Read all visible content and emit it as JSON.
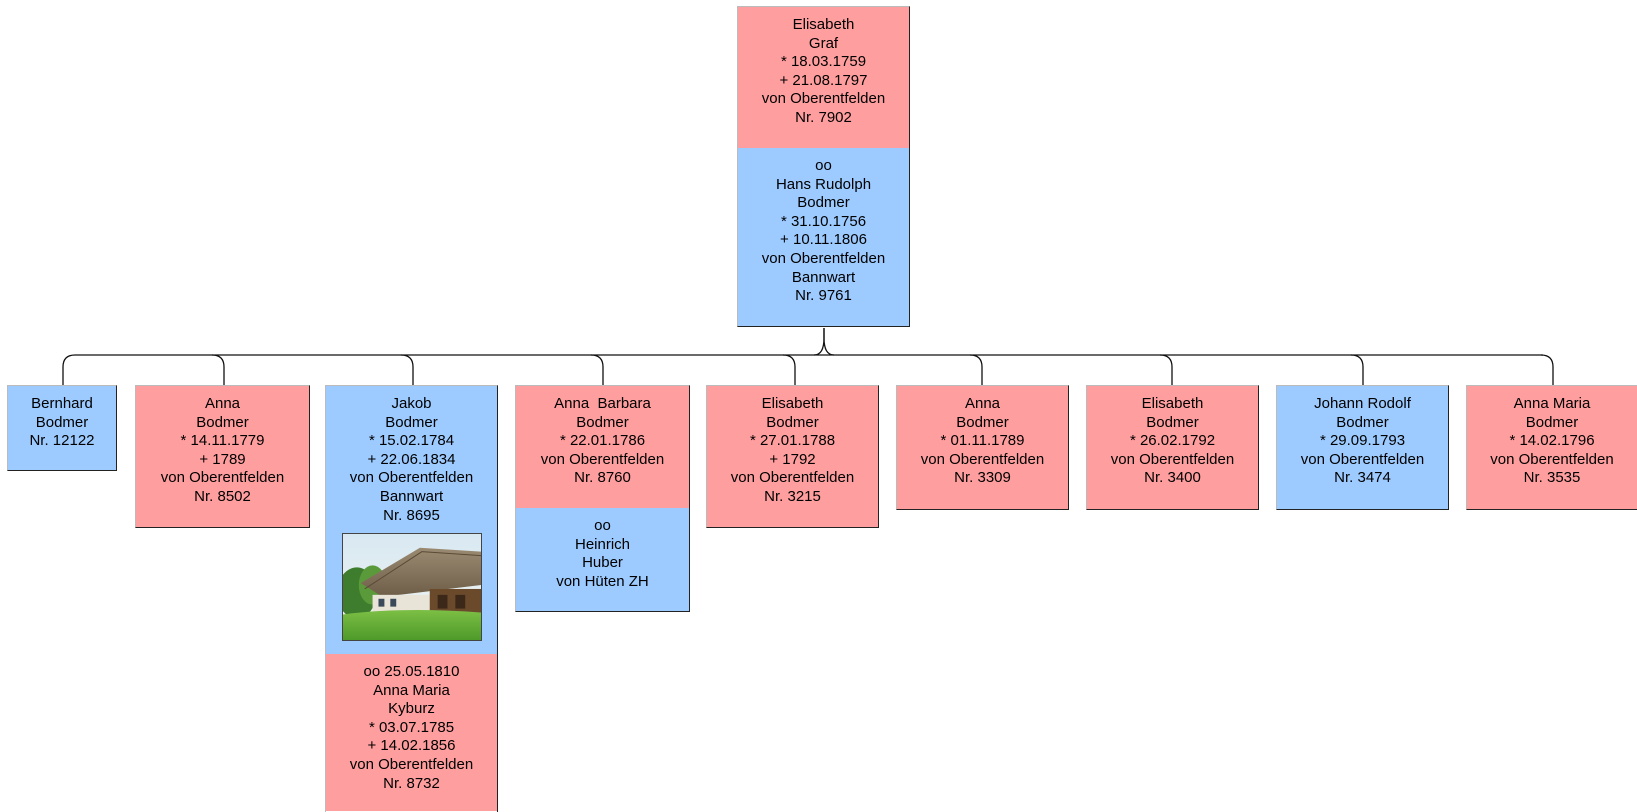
{
  "parents": {
    "mother": [
      "Elisabeth",
      "Graf",
      "* 18.03.1759",
      "+ 21.08.1797",
      "von Oberentfelden",
      "Nr. 7902"
    ],
    "father": [
      "oo",
      "Hans Rudolph",
      "Bodmer",
      "* 31.10.1756",
      "+ 10.11.1806",
      "von Oberentfelden",
      "Bannwart",
      "Nr. 9761"
    ]
  },
  "children": [
    {
      "name": "bernhard",
      "color": "blue",
      "lines": [
        "Bernhard",
        "Bodmer",
        "Nr. 12122"
      ]
    },
    {
      "name": "anna-1779",
      "color": "pink",
      "lines": [
        "Anna",
        "Bodmer",
        "* 14.11.1779",
        "+ 1789",
        "von Oberentfelden",
        "Nr. 8502"
      ]
    },
    {
      "name": "jakob",
      "color": "blue",
      "lines": [
        "Jakob",
        "Bodmer",
        "* 15.02.1784",
        "+ 22.06.1834",
        "von Oberentfelden",
        "Bannwart",
        "Nr. 8695"
      ],
      "spouse_color": "pink",
      "spouse": [
        "oo 25.05.1810",
        "Anna Maria",
        "Kyburz",
        "* 03.07.1785",
        "+ 14.02.1856",
        "von Oberentfelden",
        "Nr. 8732"
      ]
    },
    {
      "name": "anna-barbara",
      "color": "pink",
      "lines": [
        "Anna  Barbara",
        "Bodmer",
        "* 22.01.1786",
        "von Oberentfelden",
        "Nr. 8760"
      ],
      "spouse_color": "blue",
      "spouse": [
        "oo",
        "Heinrich",
        "Huber",
        "von Hüten ZH"
      ]
    },
    {
      "name": "elisabeth-1788",
      "color": "pink",
      "lines": [
        "Elisabeth",
        "Bodmer",
        "* 27.01.1788",
        "+ 1792",
        "von Oberentfelden",
        "Nr. 3215"
      ]
    },
    {
      "name": "anna-1789",
      "color": "pink",
      "lines": [
        "Anna",
        "Bodmer",
        "* 01.11.1789",
        "von Oberentfelden",
        "Nr. 3309"
      ]
    },
    {
      "name": "elisabeth-1792",
      "color": "pink",
      "lines": [
        "Elisabeth",
        "Bodmer",
        "* 26.02.1792",
        "von Oberentfelden",
        "Nr. 3400"
      ]
    },
    {
      "name": "johann-rodolf",
      "color": "blue",
      "lines": [
        "Johann Rodolf",
        "Bodmer",
        "* 29.09.1793",
        "von Oberentfelden",
        "Nr. 3474"
      ]
    },
    {
      "name": "anna-maria-1796",
      "color": "pink",
      "lines": [
        "Anna Maria",
        "Bodmer",
        "* 14.02.1796",
        "von Oberentfelden",
        "Nr. 3535"
      ]
    }
  ],
  "colors": {
    "female": "#ff9e9e",
    "male": "#9dcbff"
  }
}
